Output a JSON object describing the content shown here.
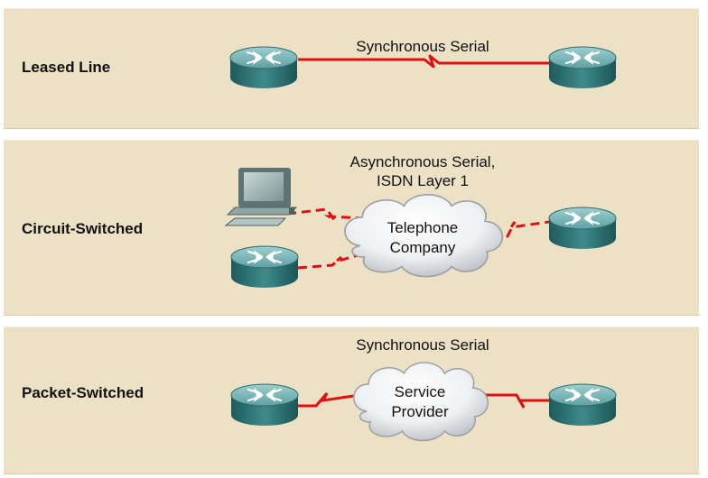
{
  "rows": [
    {
      "label": "Leased Line",
      "link_label": "Synchronous Serial"
    },
    {
      "label": "Circuit-Switched",
      "link_label_line1": "Asynchronous Serial,",
      "link_label_line2": "ISDN Layer 1",
      "cloud_line1": "Telephone",
      "cloud_line2": "Company"
    },
    {
      "label": "Packet-Switched",
      "link_label": "Synchronous Serial",
      "cloud_line1": "Service",
      "cloud_line2": "Provider"
    }
  ],
  "colors": {
    "panel": "#ece0c5",
    "link": "#e01010",
    "router": "#3f8a8c"
  },
  "icons": [
    "router-icon",
    "computer-icon",
    "cloud-icon"
  ]
}
